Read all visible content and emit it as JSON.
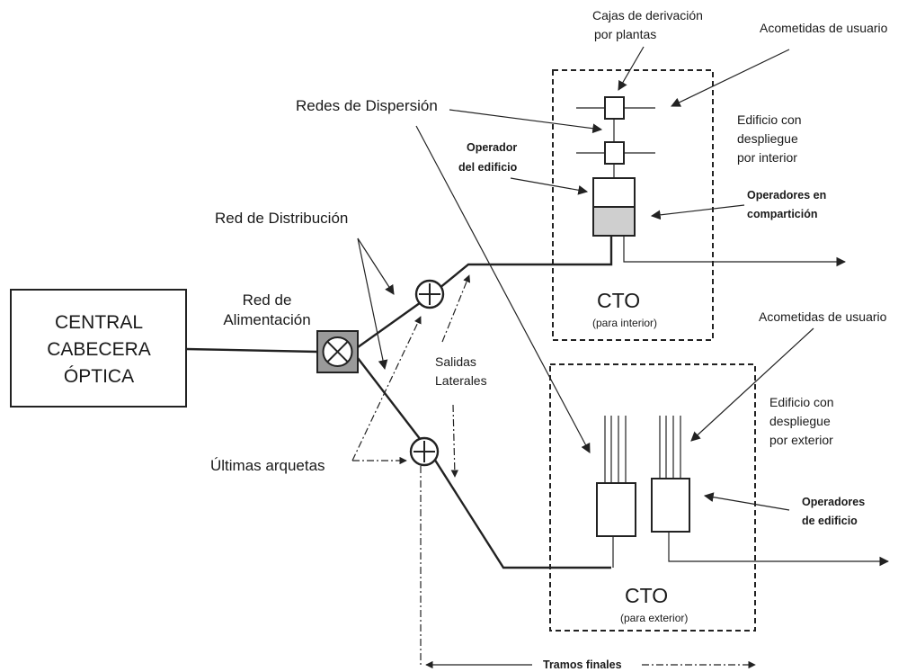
{
  "labels": {
    "central": [
      "CENTRAL",
      "CABECERA",
      "ÓPTICA"
    ],
    "red_alimentacion": [
      "Red de",
      "Alimentación"
    ],
    "red_distribucion": "Red de Distribución",
    "redes_dispersion": "Redes de Dispersión",
    "cajas_derivacion": [
      "Cajas de derivación",
      "por plantas"
    ],
    "acometidas_top": "Acometidas de usuario",
    "acometidas_bottom": "Acometidas de usuario",
    "edificio_interior": [
      "Edificio con",
      "despliegue",
      "por interior"
    ],
    "edificio_exterior": [
      "Edificio con",
      "despliegue",
      "por exterior"
    ],
    "operador_edificio": [
      "Operador",
      "del edificio"
    ],
    "operadores_comparticion": [
      "Operadores en",
      "compartición"
    ],
    "operadores_edificio": [
      "Operadores",
      "de edificio"
    ],
    "cto_top": "CTO",
    "cto_top_sub": "(para interior)",
    "cto_bottom": "CTO",
    "cto_bottom_sub": "(para exterior)",
    "salidas_laterales": [
      "Salidas",
      "Laterales"
    ],
    "ultimas_arquetas": "Últimas arquetas",
    "tramos_finales": "Tramos finales"
  }
}
